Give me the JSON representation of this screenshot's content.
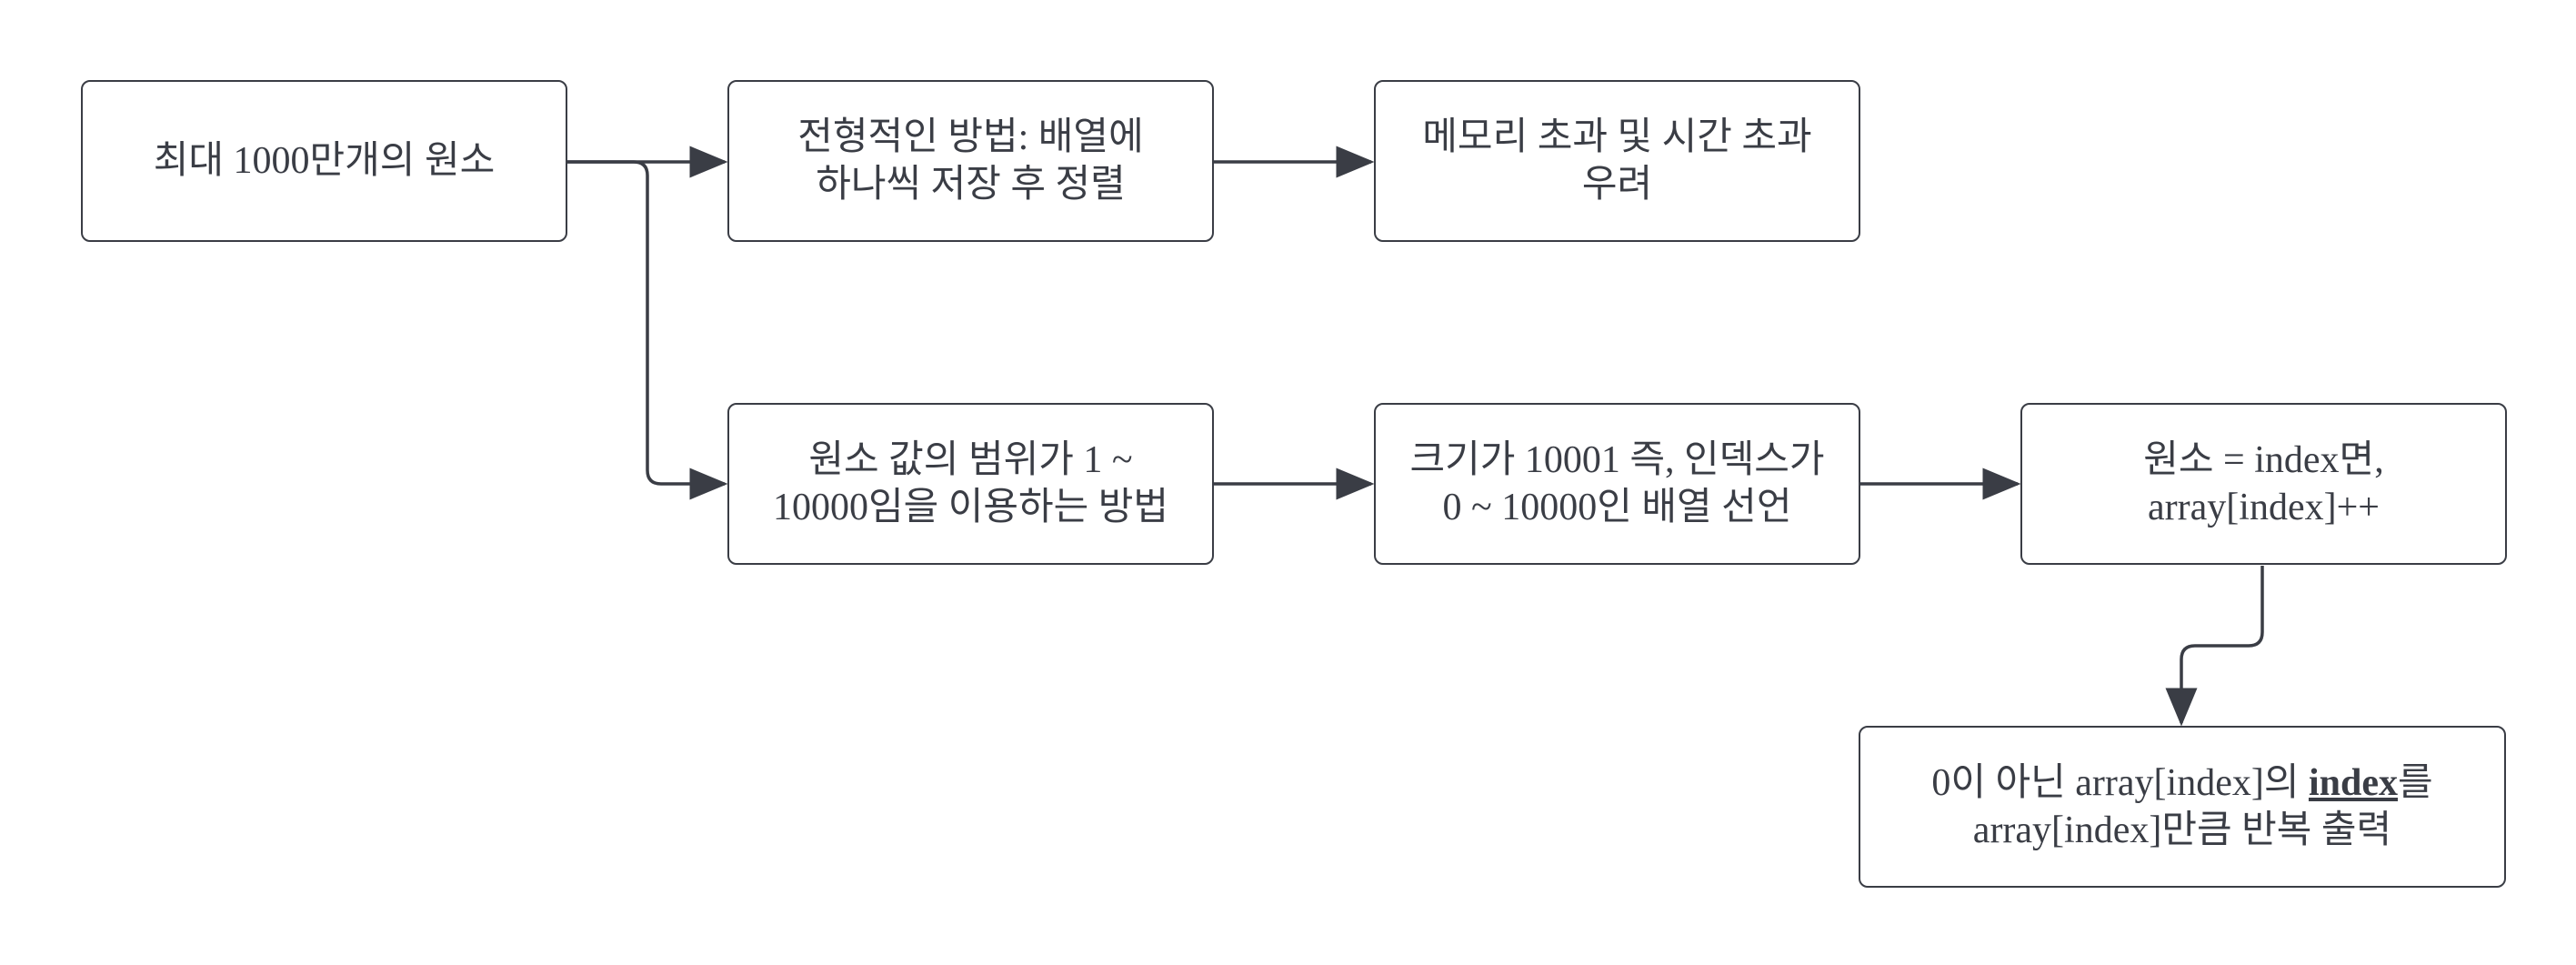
{
  "diagram": {
    "nodes": {
      "source": {
        "text": "최대 1000만개의 원소"
      },
      "typical_method": {
        "text": "전형적인 방법: 배열에\n하나씩 저장 후 정렬"
      },
      "memory_risk": {
        "text": "메모리 초과 및 시간 초과\n우려"
      },
      "range_method": {
        "text": "원소 값의 범위가 1 ~\n10000임을 이용하는 방법"
      },
      "array_declare": {
        "text": "크기가 10001 즉, 인덱스가\n0 ~ 10000인 배열 선언"
      },
      "increment": {
        "text": "원소 = index면,\narray[index]++"
      },
      "output": {
        "line1_before": "0이 아닌 array[index]의 ",
        "line1_emphasis": "index",
        "line1_after": "를",
        "line2": "array[index]만큼 반복 출력"
      }
    },
    "colors": {
      "stroke": "#3a3d45",
      "text": "#3a3d45",
      "background": "#ffffff"
    }
  }
}
